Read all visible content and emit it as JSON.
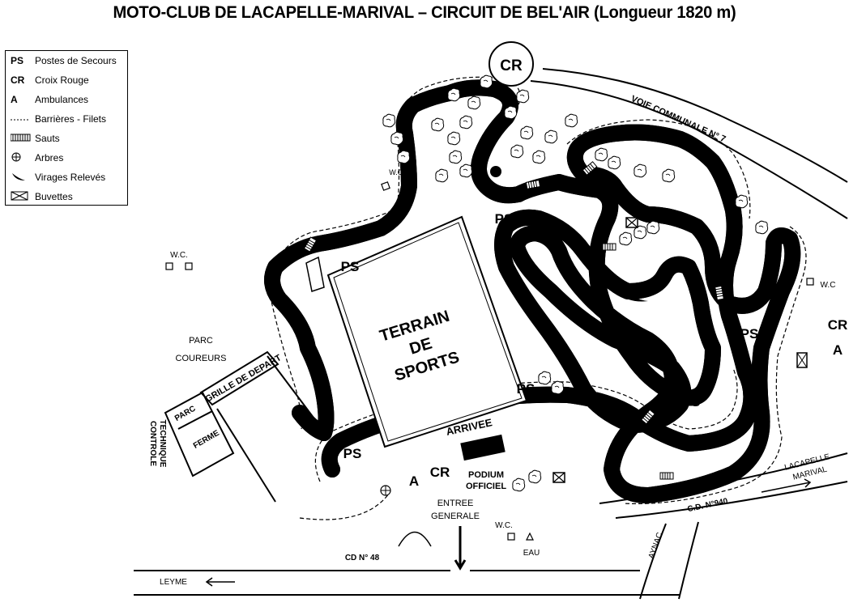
{
  "title": "MOTO-CLUB DE LACAPELLE-MARIVAL – CIRCUIT DE BEL'AIR (Longueur 1820 m)",
  "legend": [
    {
      "symbol": "PS",
      "label": "Postes de Secours"
    },
    {
      "symbol": "CR",
      "label": "Croix Rouge"
    },
    {
      "symbol": "A",
      "label": "Ambulances"
    },
    {
      "symbol": "",
      "icon": "dashed-line-icon",
      "label": "Barrières - Filets"
    },
    {
      "symbol": "",
      "icon": "hatch-icon",
      "label": "Sauts"
    },
    {
      "symbol": "",
      "icon": "tree-symbol-icon",
      "label": "Arbres"
    },
    {
      "symbol": "",
      "icon": "banked-turn-icon",
      "label": "Virages Relevés"
    },
    {
      "symbol": "",
      "icon": "buvette-icon",
      "label": "Buvettes"
    }
  ],
  "labels": {
    "cr_top": "CR",
    "voie_communale": "VOIE COMMUNALE N° 7",
    "wc": "W.C",
    "wc2": "W.C.",
    "ps": "PS",
    "terrain_1": "TERRAIN",
    "terrain_2": "DE",
    "terrain_3": "SPORTS",
    "parc_coureurs_1": "PARC",
    "parc_coureurs_2": "COUREURS",
    "grille_depart": "GRILLE DE DEPART",
    "parc_ferme_1": "PARC",
    "parc_ferme_2": "FERME",
    "controle_technique_1": "CONTROLE",
    "controle_technique_2": "TECHNIQUE",
    "arrivee": "ARRIVEE",
    "a": "A",
    "cr": "CR",
    "podium_1": "PODIUM",
    "podium_2": "OFFICIEL",
    "entree_1": "ENTREE",
    "entree_2": "GENERALE",
    "eau": "EAU",
    "cd48": "CD N° 48",
    "leyme": "LEYME",
    "aynac": "AYNAC",
    "cd940": "C.D. N°940",
    "lacapelle_1": "LACAPELLE",
    "lacapelle_2": "MARIVAL"
  }
}
